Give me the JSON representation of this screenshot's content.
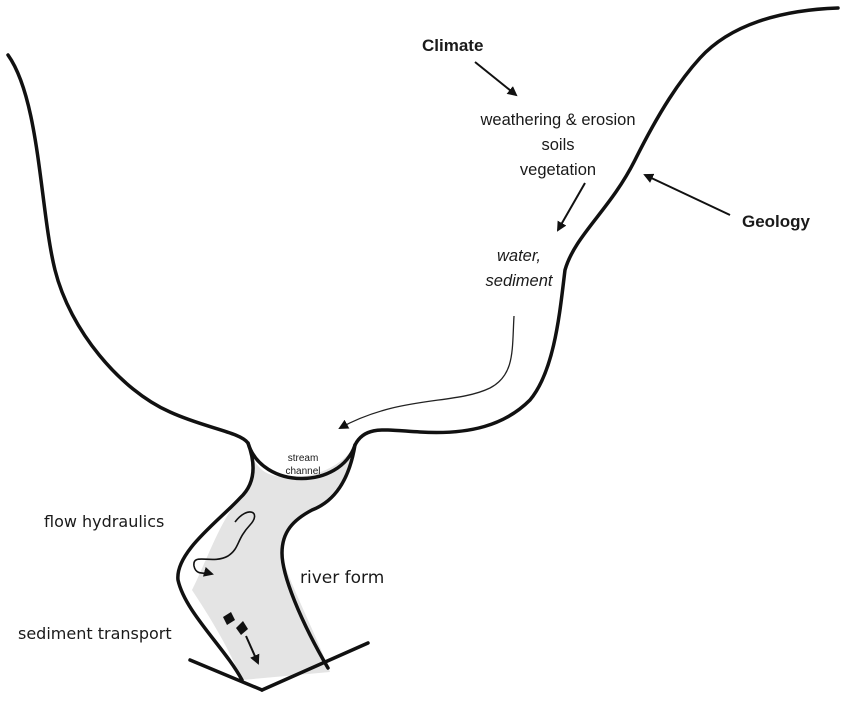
{
  "labels": {
    "climate": "Climate",
    "geology": "Geology",
    "processes": [
      "weathering & erosion",
      "soils",
      "vegetation"
    ],
    "water_sediment": [
      "water,",
      "sediment"
    ],
    "stream_channel": [
      "stream",
      "channel"
    ],
    "flow_hydraulics": "flow hydraulics",
    "river_form": "river form",
    "sediment_transport": "sediment transport"
  },
  "colors": {
    "outline": "#111111",
    "channel_fill": "#e4e4e4",
    "text": "#1a1a1a"
  }
}
